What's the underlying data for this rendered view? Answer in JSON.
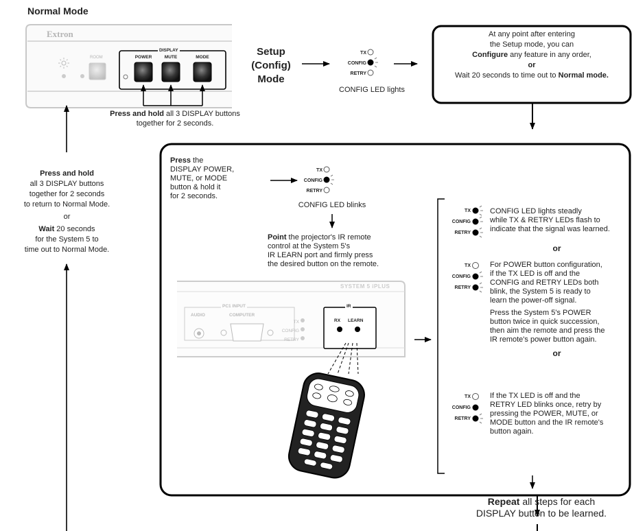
{
  "normal_mode": {
    "title": "Normal Mode"
  },
  "front_panel": {
    "brand": "Extron",
    "room_label": "ROOM",
    "display_label": "DISPLAY",
    "buttons": [
      "POWER",
      "MUTE",
      "MODE"
    ],
    "caption_bold": "Press and hold",
    "caption_rest": " all 3 DISPLAY buttons",
    "caption_line2": "together for 2 seconds."
  },
  "setup": {
    "line1": "Setup",
    "line2": "(Config)",
    "line3": "Mode"
  },
  "leds": {
    "tx": "TX",
    "config": "CONFIG",
    "retry": "RETRY"
  },
  "config_lights_caption": "CONFIG LED lights",
  "top_box": {
    "line1": "At any point after entering",
    "line2": "the Setup mode, you can",
    "line3_bold": "Configure",
    "line3_rest": " any feature in any order,",
    "line4_bold": "or",
    "line5_rest": "Wait 20 seconds to time out to ",
    "line5_bold": "Normal mode."
  },
  "left_instructions": {
    "l1_bold": "Press and hold",
    "l2": "all 3 DISPLAY buttons",
    "l3": "together for 2 seconds",
    "l4": "to return to Normal Mode.",
    "or": "or",
    "l5_bold": "Wait",
    "l5_rest": " 20 seconds",
    "l6": "for the System 5 to",
    "l7": "time out to Normal Mode."
  },
  "press_block": {
    "bold": "Press",
    "rest": " the",
    "l2": "DISPLAY POWER,",
    "l3": "MUTE, or MODE",
    "l4": "button & hold it",
    "l5": "for 2 seconds."
  },
  "config_blinks_caption": "CONFIG LED blinks",
  "point_block": {
    "bold": "Point",
    "rest": " the projector's IR remote",
    "l2": "control at the System 5's",
    "l3": "IR LEARN port and firmly press",
    "l4": "the desired button on the remote."
  },
  "rear_panel": {
    "brand": "SYSTEM 5 iPLUS",
    "pc1_input": "PC1 INPUT",
    "audio": "AUDIO",
    "computer": "COMPUTER",
    "ir": "IR",
    "rx": "RX",
    "learn": "LEARN"
  },
  "results": {
    "r1": [
      "CONFIG LED lights steadly",
      "while TX & RETRY LEDs flash to",
      "indicate that the signal was learned."
    ],
    "or1": "or",
    "r2": [
      "For POWER button configuration,",
      "if the TX LED is off and the",
      "CONFIG and RETRY LEDs both",
      "blink, the System 5 is ready to",
      "learn the power-off signal."
    ],
    "r2b": [
      "Press the System 5's POWER",
      "button twice in quick succession,",
      "then aim the remote and press the",
      "IR remote's power button again."
    ],
    "or2": "or",
    "r3": [
      "If the TX LED is off and the",
      "RETRY LED blinks once, retry by",
      "pressing the POWER, MUTE, or",
      "MODE button and the IR remote's",
      "button again."
    ]
  },
  "repeat": {
    "bold": "Repeat",
    "rest": " all steps for each",
    "l2": "DISPLAY button to be learned."
  }
}
